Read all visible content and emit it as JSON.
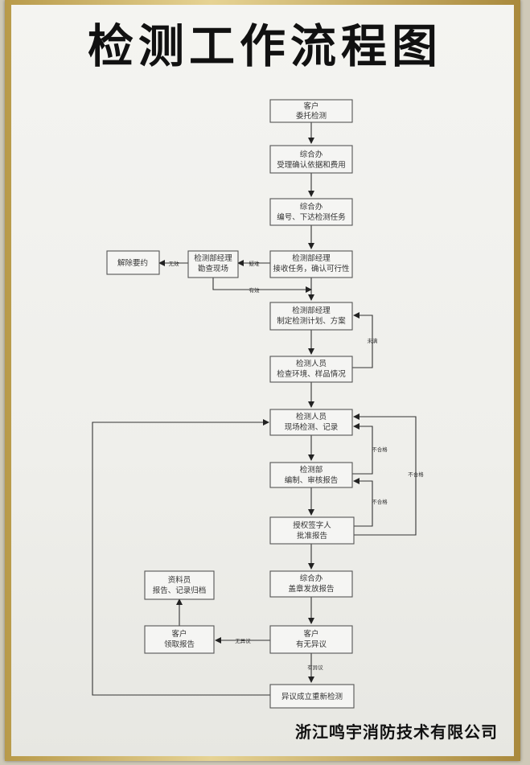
{
  "title": "检测工作流程图",
  "footer": "浙江鸣宇消防技术有限公司",
  "nodes": {
    "client_entrust": [
      "客户",
      "委托检测"
    ],
    "office_accept": [
      "综合办",
      "受理确认依据和费用"
    ],
    "office_number": [
      "综合办",
      "编号、下达检测任务"
    ],
    "mgr_receive": [
      "检测部经理",
      "接收任务，确认可行性"
    ],
    "mgr_survey": [
      "检测部经理",
      "勘查现场"
    ],
    "cancel": [
      "解除要约"
    ],
    "mgr_plan": [
      "检测部经理",
      "制定检测计划、方案"
    ],
    "staff_check": [
      "检测人员",
      "检查环境、样品情况"
    ],
    "staff_test": [
      "检测人员",
      "现场检测、记录"
    ],
    "dept_report": [
      "检测部",
      "编制、审核报告"
    ],
    "signatory": [
      "授权签字人",
      "批准报告"
    ],
    "office_seal": [
      "综合办",
      "盖章发放报告"
    ],
    "client_objection": [
      "客户",
      "有无异议"
    ],
    "client_receive": [
      "客户",
      "领取报告"
    ],
    "archivist": [
      "资料员",
      "报告、记录归档"
    ],
    "objection_retest": [
      "异议成立重新检测"
    ]
  },
  "edge_labels": {
    "difficult": "疑难",
    "invalid": "无效",
    "valid": "有效",
    "not_satisfied": "未满",
    "fail_1": "不合格",
    "fail_2": "不合格",
    "fail_3": "不合格",
    "no_objection": "无异议",
    "has_objection": "有异议"
  }
}
